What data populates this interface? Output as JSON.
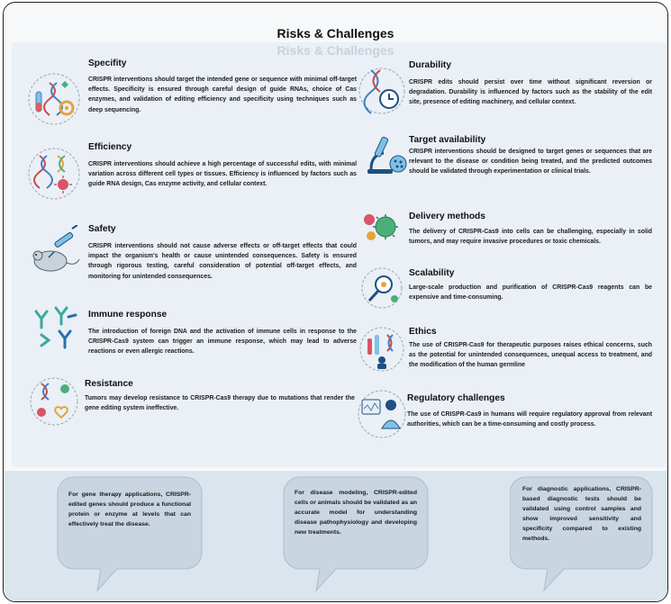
{
  "title": "Risks & Challenges",
  "title_shadow": "Risks & Challenges",
  "left_items": [
    {
      "heading": "Specifity",
      "text": "CRISPR interventions should target the intended gene or sequence with minimal off-target effects. Specificity is ensured through careful design of guide RNAs, choice of Cas enzymes, and validation of editing efficiency and specificity using techniques such as deep sequencing.",
      "icon": "lab-dna-gear-icon"
    },
    {
      "heading": "Efficiency",
      "text": "CRISPR interventions should achieve a high percentage of successful edits, with minimal variation across different cell types or tissues. Efficiency is influenced by factors such as guide RNA design, Cas enzyme activity, and cellular context.",
      "icon": "dna-virus-icon"
    },
    {
      "heading": "Safety",
      "text": "CRISPR interventions should not cause adverse effects or off-target effects that could impact the organism's health or cause unintended consequences. Safety is ensured through rigorous testing, careful consideration of potential off-target effects, and monitoring for unintended consequences.",
      "icon": "mouse-syringe-icon"
    },
    {
      "heading": "Immune response",
      "text": "The introduction of foreign DNA and the activation of immune cells in response to the CRISPR-Cas9 system can trigger an immune response, which may lead to adverse reactions or even allergic reactions.",
      "icon": "antibody-icon"
    },
    {
      "heading": "Resistance",
      "text": "Tumors may develop resistance to CRISPR-Cas9 therapy due to mutations that render the gene editing system ineffective.",
      "icon": "dna-heart-icon"
    }
  ],
  "right_items": [
    {
      "heading": "Durability",
      "text": "CRISPR edits should persist over time without significant reversion or degradation. Durability is influenced by factors such as the stability of the edit site, presence of editing machinery, and cellular context.",
      "icon": "dna-clock-icon"
    },
    {
      "heading": "Target availability",
      "text": "CRISPR interventions should be designed to target genes or sequences that are relevant to the disease or condition being treated, and the predicted outcomes should be validated through experimentation or clinical trials.",
      "icon": "microscope-icon"
    },
    {
      "heading": "Delivery methods",
      "text": "The delivery of CRISPR-Cas9 into cells can be challenging, especially in solid tumors, and may require invasive procedures or toxic chemicals.",
      "icon": "virus-cluster-icon"
    },
    {
      "heading": "Scalability",
      "text": "Large-scale production and purification of CRISPR-Cas9 reagents can be expensive and time-consuming.",
      "icon": "magnifier-cells-icon"
    },
    {
      "heading": "Ethics",
      "text": "The use of CRISPR-Cas9 for therapeutic purposes raises ethical concerns, such as the potential for unintended consequences, unequal access to treatment, and the modification of the human germline",
      "icon": "ethics-lab-icon"
    },
    {
      "heading": "Regulatory challenges",
      "text": "The use of CRISPR-Cas9 in humans will require regulatory approval from relevant authorities, which can be a time-consuming and costly process.",
      "icon": "doctor-monitor-icon"
    }
  ],
  "bubbles": [
    "For gene therapy applications, CRISPR-edited genes should produce a functional protein or enzyme at levels that can effectively treat the disease.",
    "For disease modeling, CRISPR-edited cells or animals should be validated as an accurate model for understanding disease pathophysiology and developing new treatments.",
    "For diagnostic applications, CRISPR-based diagnostic tests should be validated using control samples and show improved sensitivity and specificity compared to existing methods."
  ],
  "colors": {
    "accent_blue": "#3f7fc4",
    "accent_red": "#c94a4a",
    "accent_orange": "#e8a23a",
    "accent_green": "#4caf7a"
  }
}
